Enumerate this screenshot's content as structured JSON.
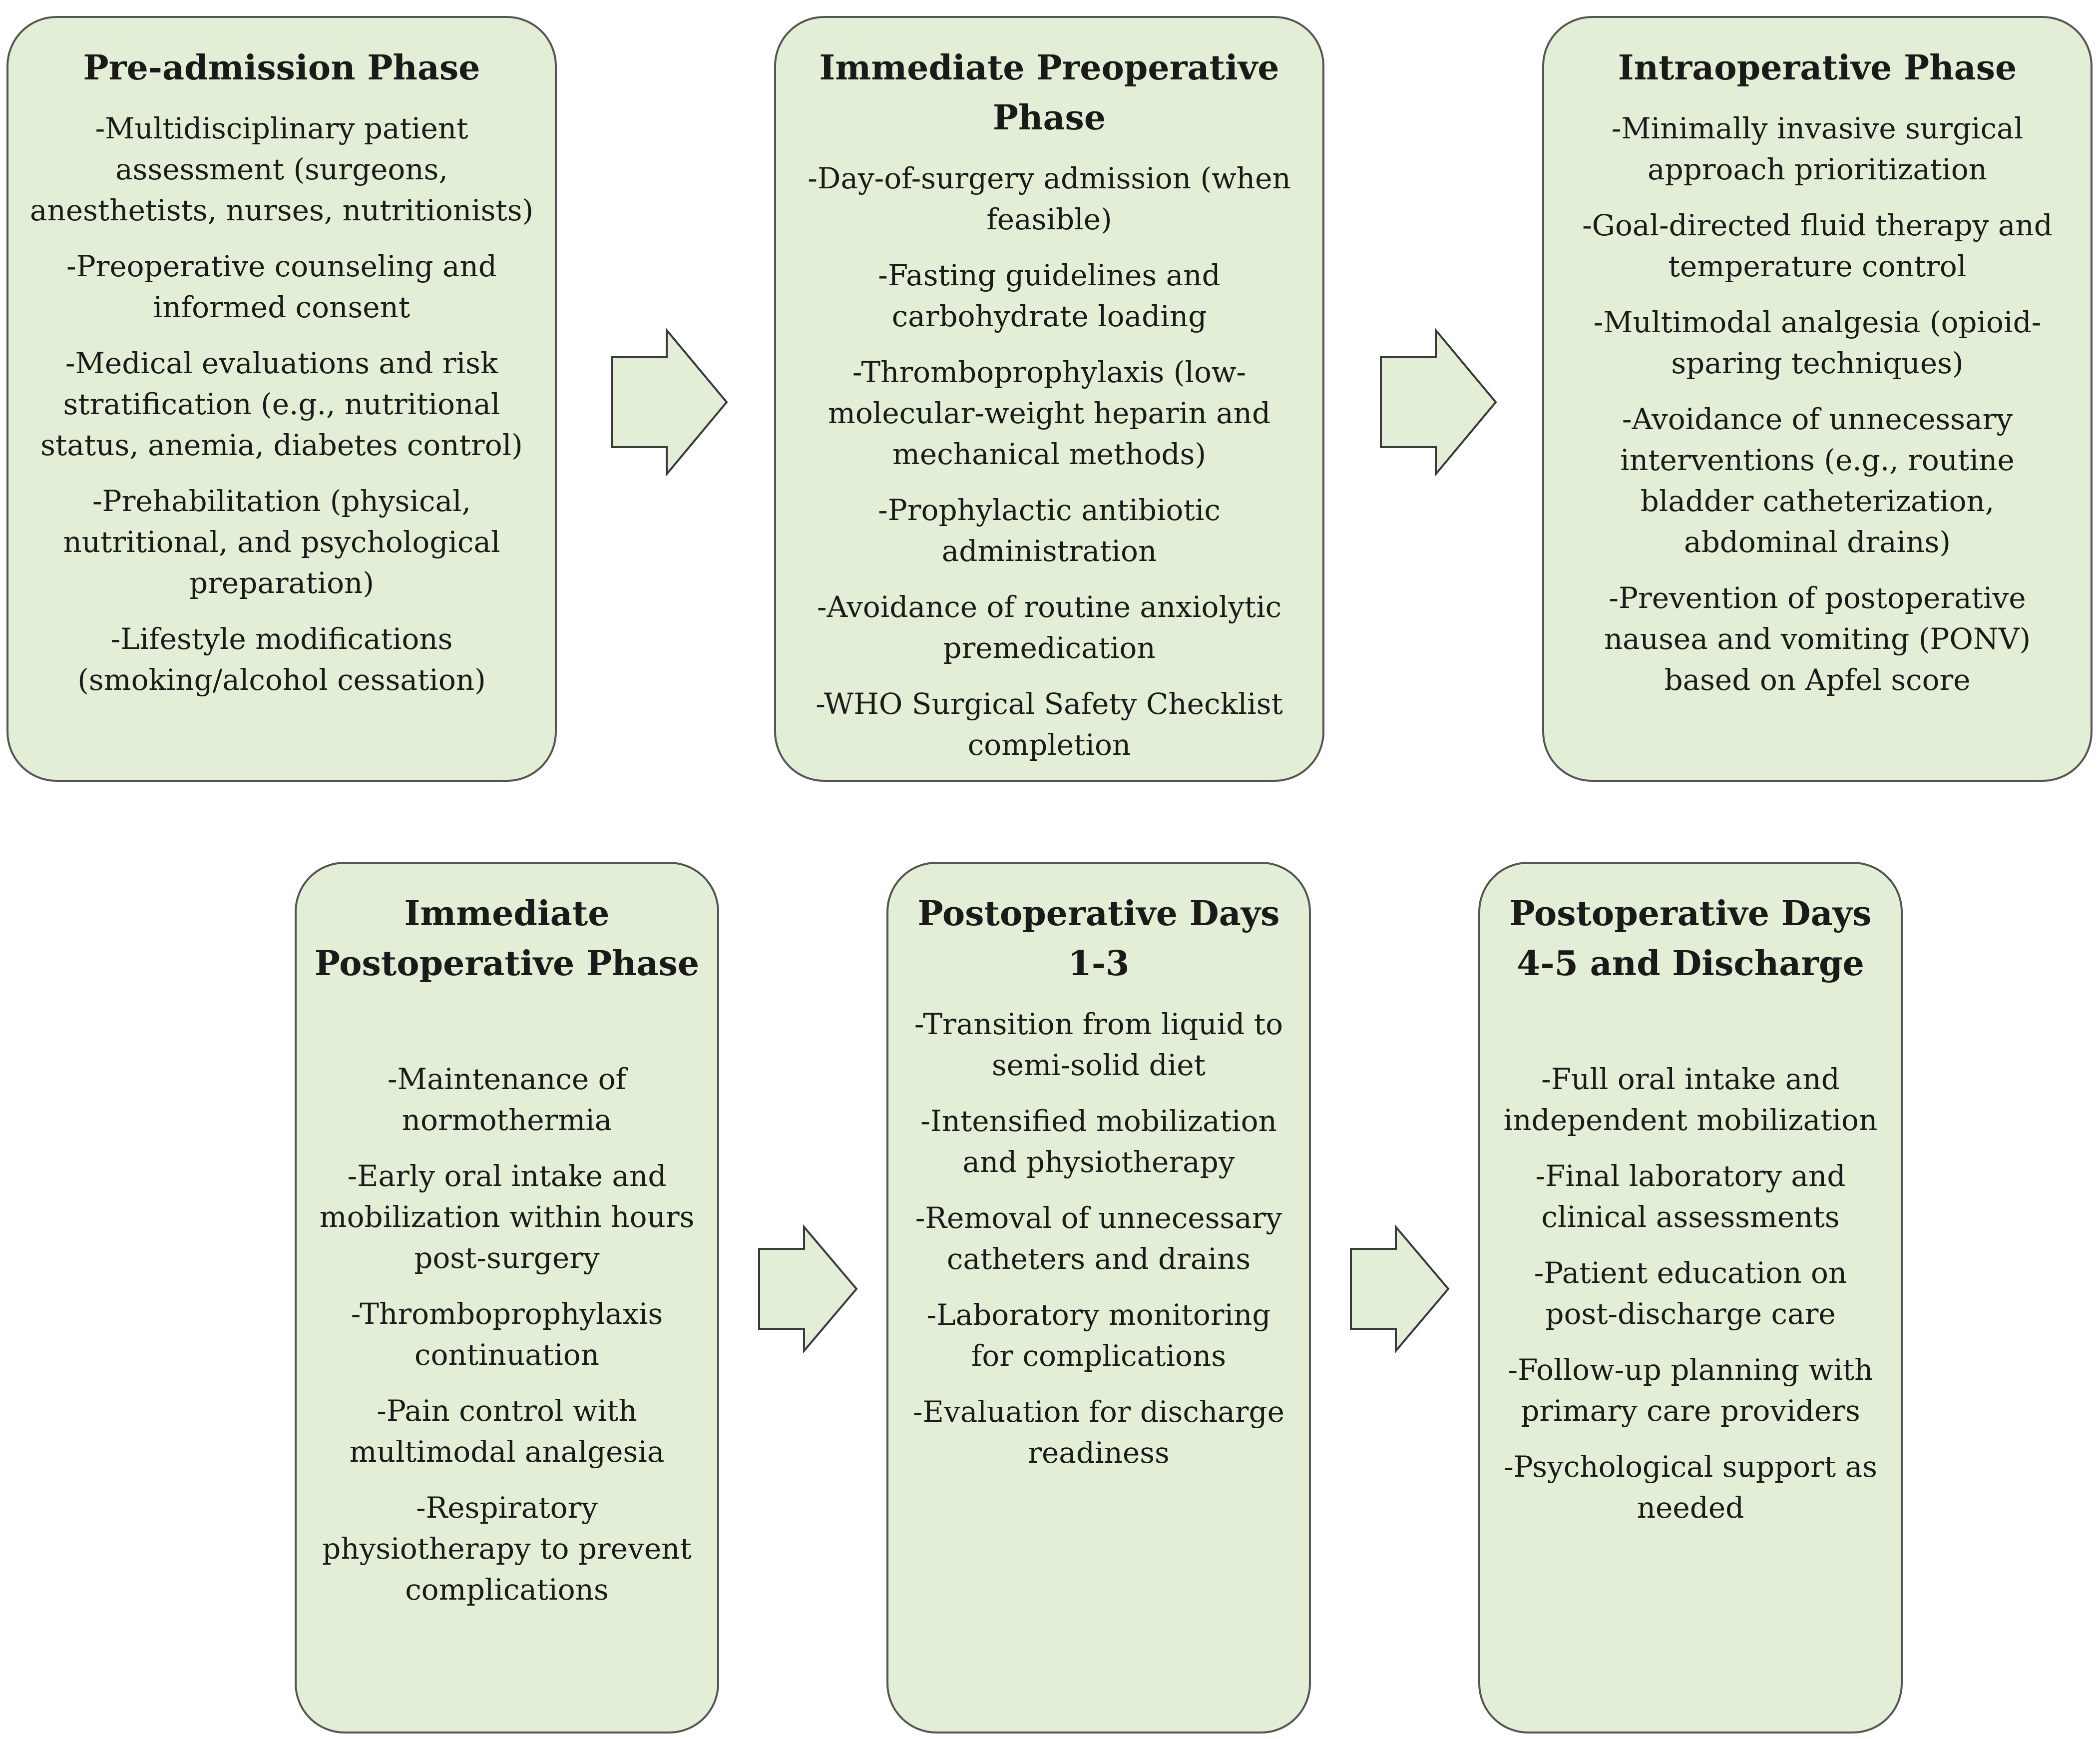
{
  "phases": [
    {
      "title": "Pre-admission Phase",
      "items": [
        "-Multidisciplinary patient assessment (surgeons, anesthetists, nurses, nutritionists)",
        "-Preoperative counseling and informed consent",
        "-Medical evaluations and risk stratification (e.g., nutritional status, anemia, diabetes control)",
        "-Prehabilitation (physical, nutritional, and psychological preparation)",
        "-Lifestyle modifications (smoking/alcohol cessation)"
      ]
    },
    {
      "title": "Immediate Preoperative Phase",
      "items": [
        "-Day-of-surgery admission (when feasible)",
        "-Fasting guidelines and carbohydrate loading",
        "-Thromboprophylaxis (low-molecular-weight heparin and mechanical methods)",
        "-Prophylactic antibiotic administration",
        "-Avoidance of routine anxiolytic premedication",
        "-WHO Surgical Safety Checklist completion"
      ]
    },
    {
      "title": "Intraoperative Phase",
      "items": [
        "-Minimally invasive surgical approach prioritization",
        "-Goal-directed fluid therapy and temperature control",
        "-Multimodal analgesia (opioid-sparing techniques)",
        "-Avoidance of unnecessary interventions (e.g., routine bladder catheterization, abdominal drains)",
        "-Prevention of postoperative nausea and vomiting (PONV) based on Apfel score"
      ]
    },
    {
      "title": "Immediate Postoperative Phase",
      "items": [
        "-Maintenance of normothermia",
        "-Early oral intake and mobilization within hours post-surgery",
        "-Thromboprophylaxis continuation",
        "-Pain control with multimodal analgesia",
        "-Respiratory physiotherapy to prevent complications"
      ]
    },
    {
      "title": "Postoperative Days 1-3",
      "items": [
        "-Transition from liquid to semi-solid diet",
        "-Intensified mobilization and physiotherapy",
        "-Removal of unnecessary catheters and drains",
        "-Laboratory monitoring for complications",
        "-Evaluation for discharge readiness"
      ]
    },
    {
      "title": "Postoperative Days 4-5 and Discharge",
      "items": [
        "-Full oral intake and independent mobilization",
        "-Final laboratory and clinical assessments",
        "-Patient education on post-discharge care",
        "-Follow-up planning with primary care providers",
        "-Psychological support as needed"
      ]
    }
  ],
  "colors": {
    "box_fill": "#e3eed6",
    "box_border": "#555555",
    "arrow_fill": "#e3eed6",
    "arrow_border": "#3a3a3a"
  }
}
